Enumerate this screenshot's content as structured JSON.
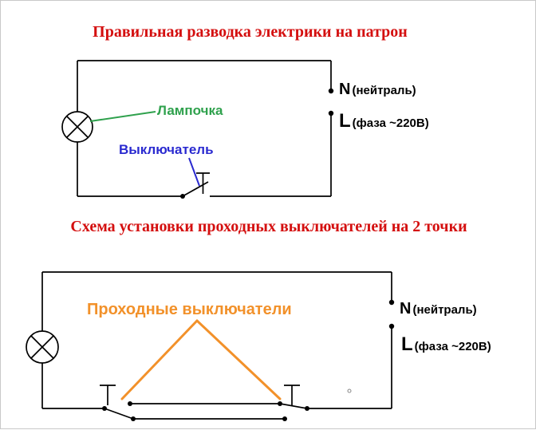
{
  "colors": {
    "title": "#d40f0f",
    "lamp_label": "#2fa14d",
    "switch_label": "#2a2ad0",
    "passthrough_label": "#f2912a",
    "wire": "#000000",
    "background": "#ffffff"
  },
  "diagram1": {
    "title": "Правильная разводка электрики на патрон",
    "lamp_label": "Лампочка",
    "switch_label": "Выключатель",
    "neutral_letter": "N",
    "neutral_text": "(нейтраль)",
    "phase_letter": "L",
    "phase_text": "(фаза ~220В)"
  },
  "diagram2": {
    "title": "Схема установки проходных выключателей на 2 точки",
    "switches_label": "Проходные выключатели",
    "neutral_letter": "N",
    "neutral_text": "(нейтраль)",
    "phase_letter": "L",
    "phase_text": "(фаза ~220В)"
  }
}
